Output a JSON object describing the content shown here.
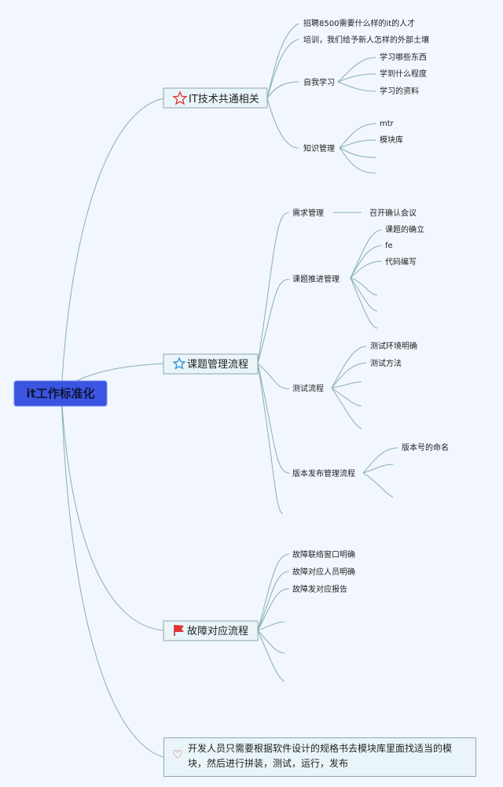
{
  "central": {
    "label": "it工作标准化"
  },
  "branches": [
    {
      "label": "IT技术共通相关",
      "icon": "star-outline-icon",
      "icon_color": "#e2342e",
      "children": [
        {
          "label": "招聘8500需要什么样的it的人才"
        },
        {
          "label": "培训，我们给予新人怎样的外部土壤"
        },
        {
          "label": "自我学习",
          "children": [
            {
              "label": "学习哪些东西"
            },
            {
              "label": "学到什么程度"
            },
            {
              "label": "学习的资料"
            }
          ]
        },
        {
          "label": "知识管理",
          "children": [
            {
              "label": "mtr"
            },
            {
              "label": "模块库"
            },
            {
              "label": ""
            },
            {
              "label": ""
            }
          ]
        }
      ]
    },
    {
      "label": "课题管理流程",
      "icon": "star-outline-icon",
      "icon_color": "#2a8fd6",
      "children": [
        {
          "label": "需求管理",
          "children": [
            {
              "label": "召开确认会议"
            }
          ]
        },
        {
          "label": "课题推进管理",
          "children": [
            {
              "label": "课题的确立"
            },
            {
              "label": "fe"
            },
            {
              "label": "代码编写"
            },
            {
              "label": ""
            },
            {
              "label": ""
            },
            {
              "label": ""
            }
          ]
        },
        {
          "label": "测试流程",
          "children": [
            {
              "label": "测试环境明确"
            },
            {
              "label": "测试方法"
            },
            {
              "label": ""
            },
            {
              "label": ""
            },
            {
              "label": ""
            }
          ]
        },
        {
          "label": "版本发布管理流程",
          "children": [
            {
              "label": "版本号的命名"
            },
            {
              "label": ""
            },
            {
              "label": ""
            }
          ]
        },
        {
          "label": ""
        }
      ]
    },
    {
      "label": "故障对应流程",
      "icon": "red-flag-icon",
      "icon_color": "#e2342e",
      "children": [
        {
          "label": "故障联络窗口明确"
        },
        {
          "label": "故障对应人员明确"
        },
        {
          "label": "故障发对应报告"
        },
        {
          "label": ""
        },
        {
          "label": ""
        },
        {
          "label": ""
        }
      ]
    }
  ],
  "note": {
    "text": "开发人员只需要根据软件设计的规格书去模块库里面找适当的模块，然后进行拼装，测试，运行，发布",
    "icon": "heart-outline-icon",
    "icon_color": "#e03a3a"
  }
}
